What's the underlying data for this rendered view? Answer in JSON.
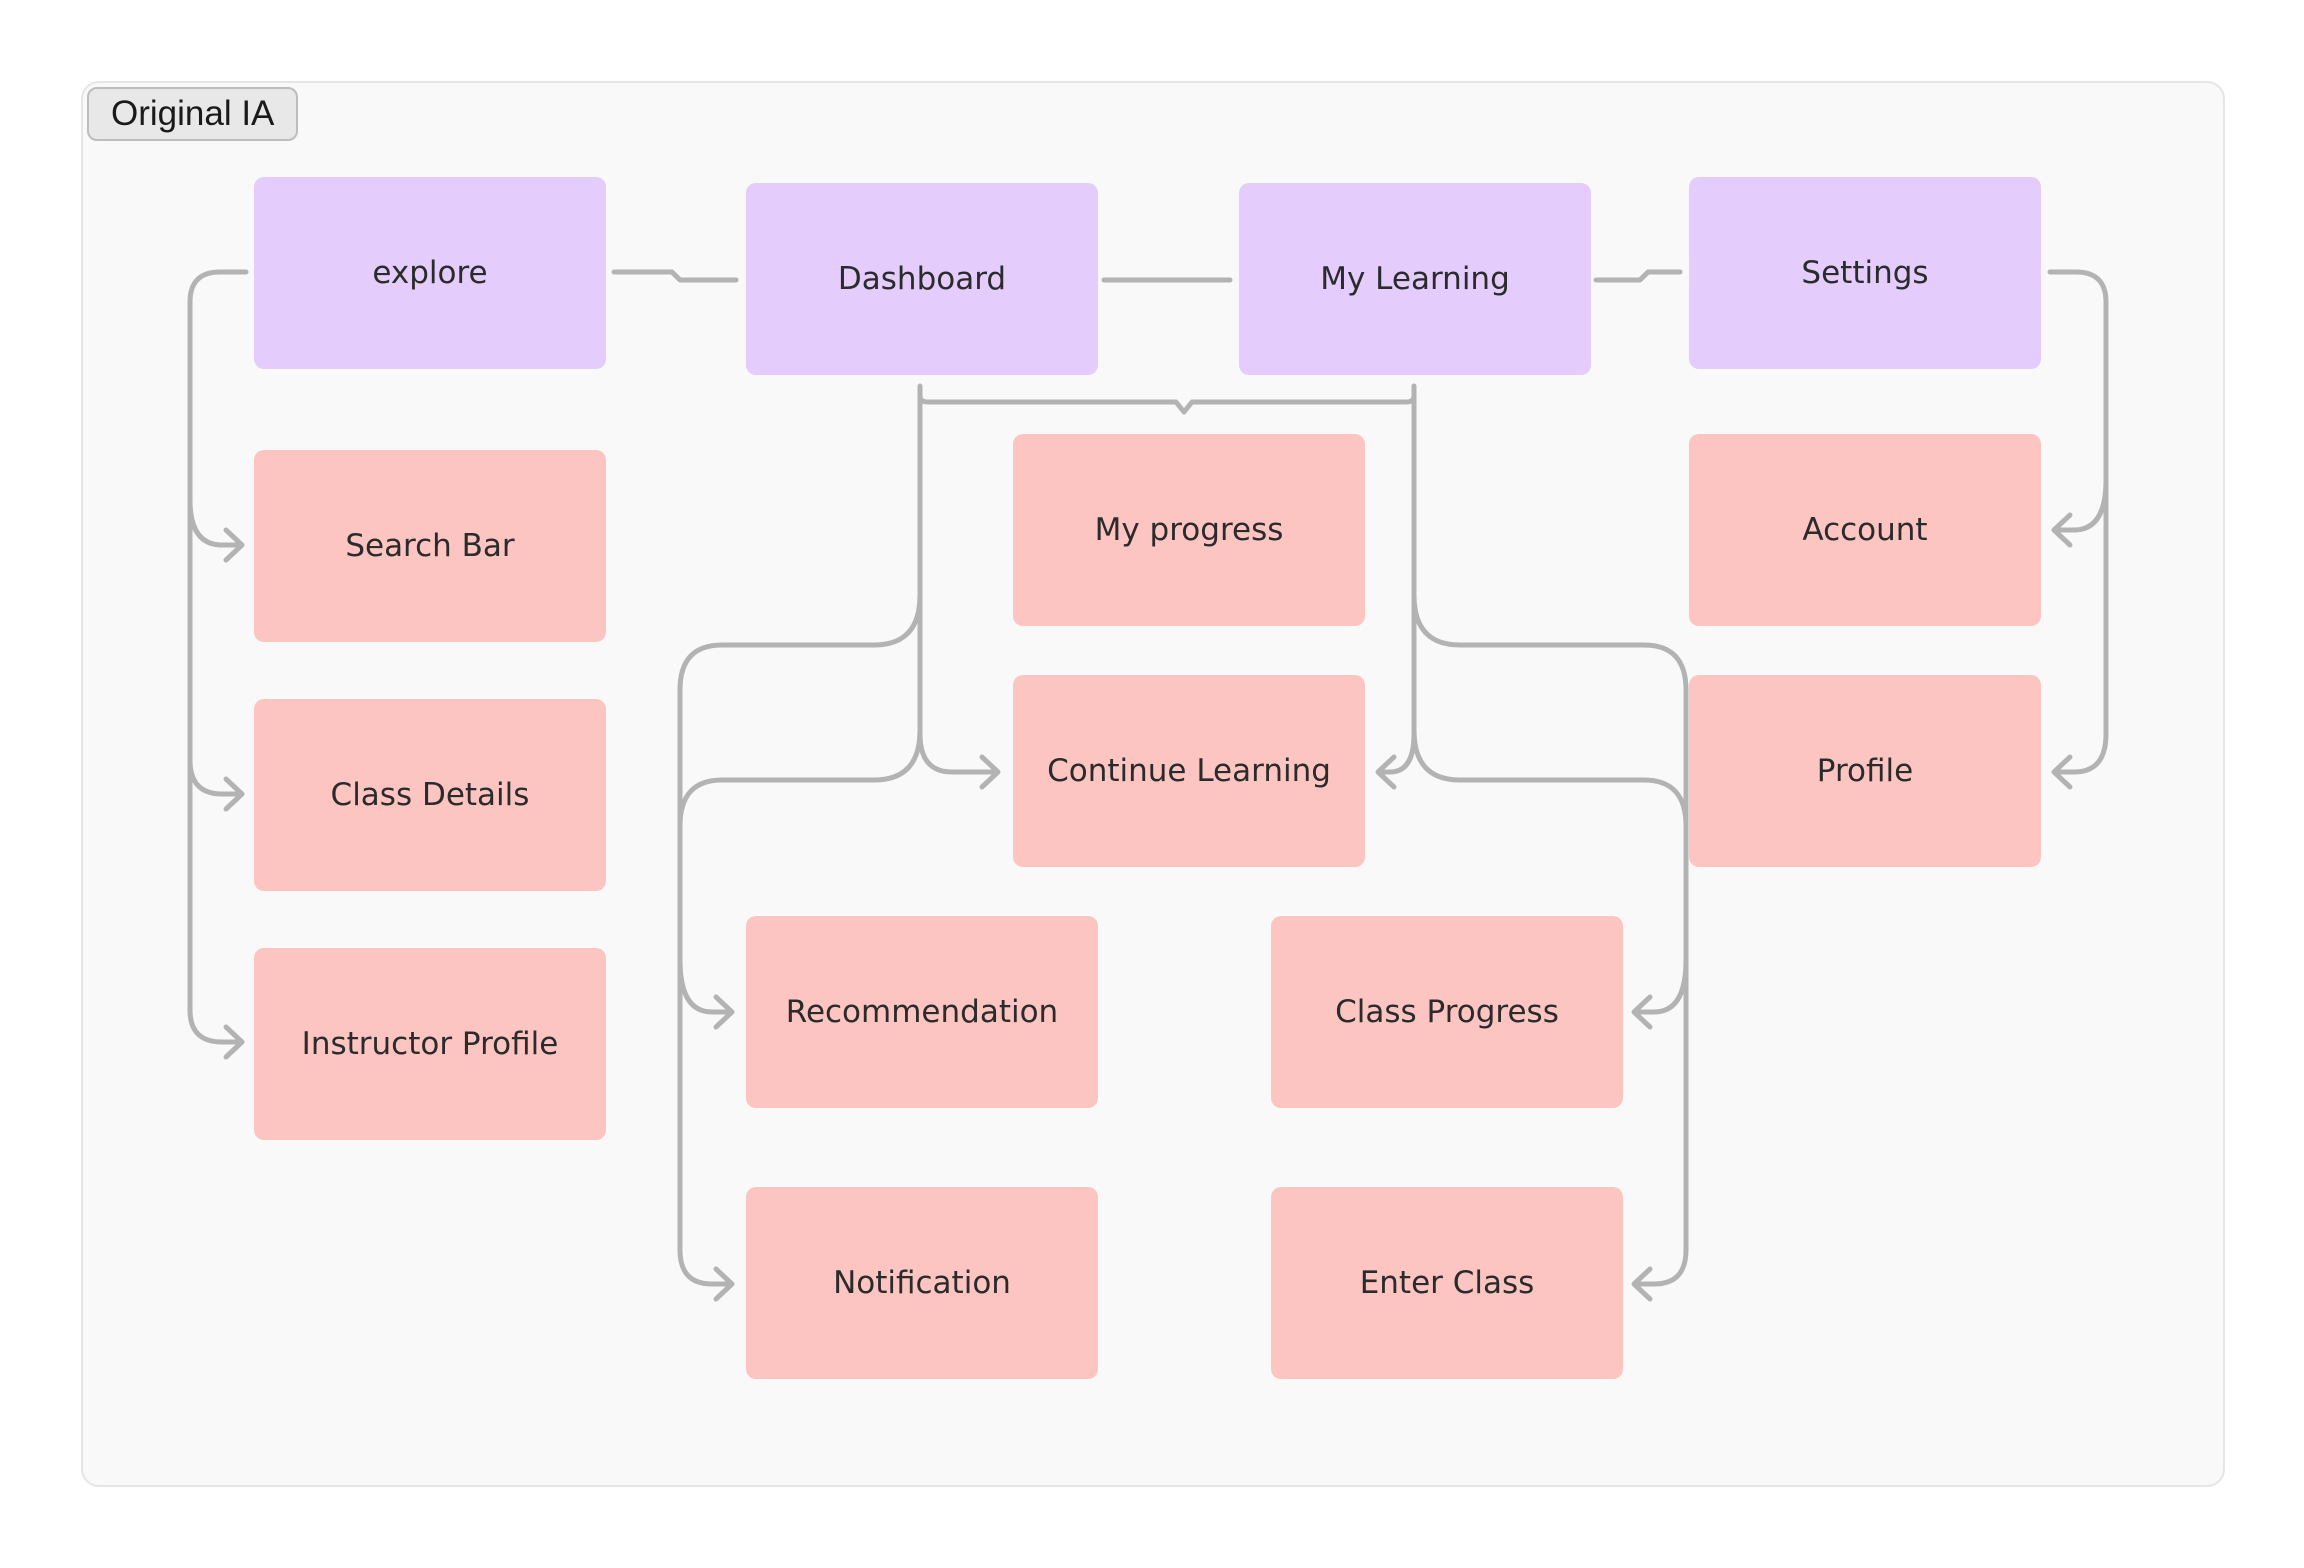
{
  "frame": {
    "label": "Original IA"
  },
  "colors": {
    "top_level": "#e4ccfd",
    "child": "#fdc5c1",
    "connector": "#b3b3b3",
    "frame_bg": "#f9f9f9"
  },
  "nodes": {
    "explore": "explore",
    "dashboard": "Dashboard",
    "my_learning": "My Learning",
    "settings": "Settings",
    "search_bar": "Search Bar",
    "class_details": "Class Details",
    "instructor_profile": "Instructor Profile",
    "my_progress": "My progress",
    "continue_learning": "Continue Learning",
    "recommendation": "Recommendation",
    "notification": "Notification",
    "class_progress": "Class Progress",
    "enter_class": "Enter Class",
    "account": "Account",
    "profile": "Profile"
  }
}
